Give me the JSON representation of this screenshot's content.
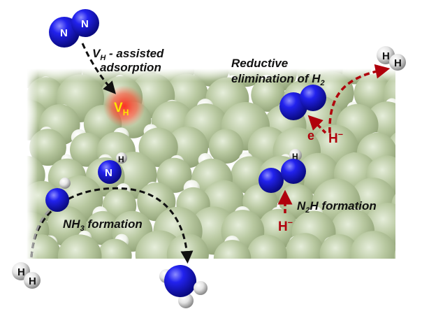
{
  "labels": {
    "vh_assisted_line1": "V",
    "vh_assisted_sub": "H",
    "vh_assisted_rest": " - assisted",
    "vh_assisted_line2": "adsorption",
    "reductive_line1": "Reductive",
    "reductive_line2": "elimination of H",
    "reductive_sub": "2",
    "n2h_main": "N",
    "n2h_sub": "2",
    "n2h_rest": "H formation",
    "nh3_main": "NH",
    "nh3_sub": "3",
    "nh3_rest": " formation"
  },
  "vacancy": {
    "main": "V",
    "sub": "H"
  },
  "atoms": {
    "N": "N",
    "H": "H"
  },
  "species": {
    "electron": "e",
    "hydride": "H",
    "hydride_charge": "–"
  },
  "colors": {
    "nitrogen": "#1a1adb",
    "hydrogen": "#e6e6e6",
    "metal": "#b4c49b",
    "arrow_red": "#b0000c",
    "arrow_black": "#111111",
    "arrow_gray": "#999999",
    "vacancy_glow": "#ff2a1a",
    "vacancy_text": "#ffe600"
  }
}
